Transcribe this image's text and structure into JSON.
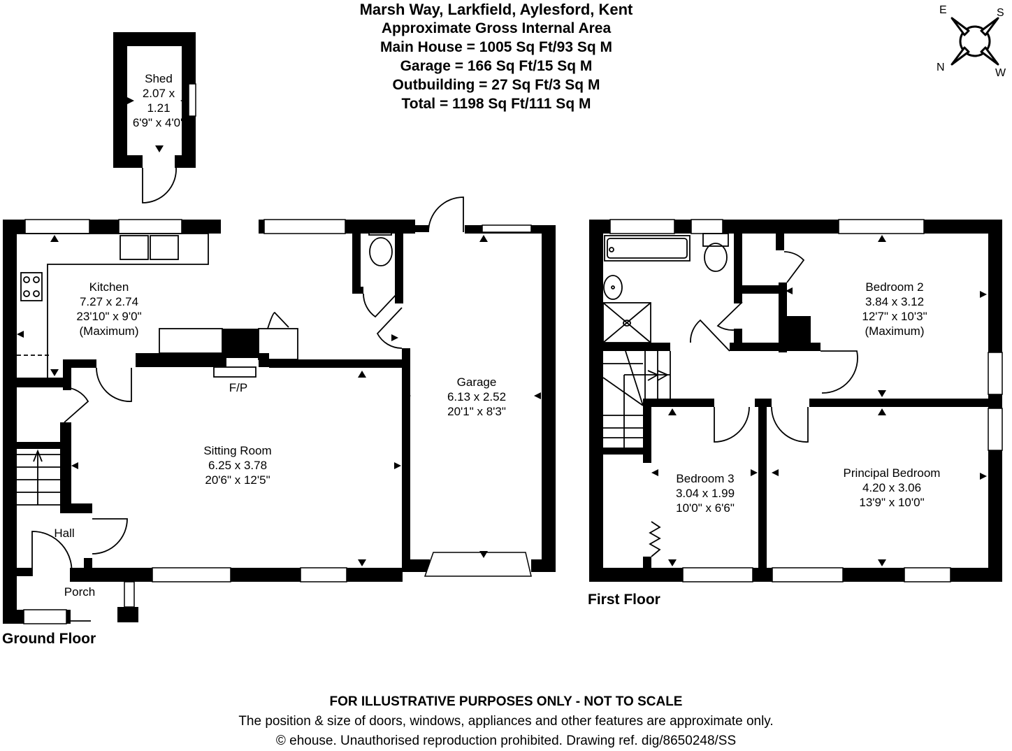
{
  "header": {
    "address": "Marsh Way, Larkfield, Aylesford, Kent",
    "subtitle": "Approximate Gross Internal Area",
    "areas": [
      "Main House = 1005 Sq Ft/93 Sq M",
      "Garage = 166 Sq Ft/15 Sq M",
      "Outbuilding = 27 Sq Ft/3 Sq M",
      "Total = 1198 Sq Ft/111 Sq M"
    ]
  },
  "compass": {
    "n": "N",
    "e": "E",
    "s": "S",
    "w": "W"
  },
  "floors": {
    "ground": {
      "label": "Ground Floor"
    },
    "first": {
      "label": "First Floor"
    }
  },
  "rooms": {
    "shed": {
      "name": "Shed",
      "metric": "2.07 x",
      "metric2": "1.21",
      "imperial": "6'9\" x 4'0\""
    },
    "kitchen": {
      "name": "Kitchen",
      "metric": "7.27 x 2.74",
      "imperial": "23'10\" x 9'0\"",
      "note": "(Maximum)"
    },
    "sitting": {
      "name": "Sitting Room",
      "metric": "6.25 x 3.78",
      "imperial": "20'6\" x 12'5\""
    },
    "garage": {
      "name": "Garage",
      "metric": "6.13 x 2.52",
      "imperial": "20'1\" x 8'3\""
    },
    "hall": {
      "name": "Hall"
    },
    "porch": {
      "name": "Porch"
    },
    "fireplace": {
      "name": "F/P"
    },
    "bedroom2": {
      "name": "Bedroom 2",
      "metric": "3.84 x 3.12",
      "imperial": "12'7\" x 10'3\"",
      "note": "(Maximum)"
    },
    "bedroom3": {
      "name": "Bedroom 3",
      "metric": "3.04 x 1.99",
      "imperial": "10'0\" x 6'6\""
    },
    "principal": {
      "name": "Principal Bedroom",
      "metric": "4.20 x 3.06",
      "imperial": "13'9\" x 10'0\""
    }
  },
  "footer": {
    "line1": "FOR ILLUSTRATIVE PURPOSES ONLY - NOT TO SCALE",
    "line2": "The position & size of doors, windows, appliances and other features are approximate only.",
    "line3": "© ehouse. Unauthorised reproduction prohibited. Drawing ref. dig/8650248/SS"
  }
}
